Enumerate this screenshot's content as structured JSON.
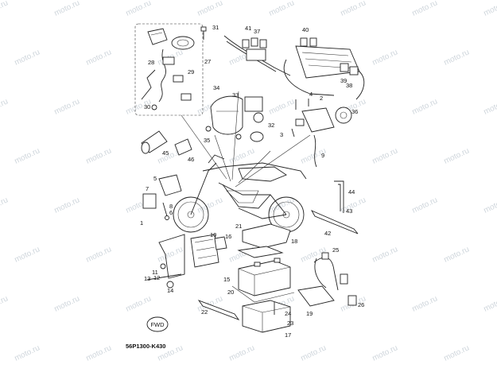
{
  "watermark": "moto.ru",
  "diagram_code": "56P1300-K430",
  "fwd_label": "FWD",
  "callouts": [
    "1",
    "2",
    "3",
    "4",
    "5",
    "6",
    "7",
    "8",
    "9",
    "10",
    "11",
    "12",
    "13",
    "14",
    "15",
    "16",
    "17",
    "18",
    "19",
    "20",
    "21",
    "22",
    "23",
    "24",
    "25",
    "26",
    "27",
    "28",
    "29",
    "30",
    "31",
    "32",
    "33",
    "34",
    "35",
    "36",
    "37",
    "38",
    "39",
    "40",
    "41",
    "42",
    "43",
    "44",
    "45",
    "46"
  ]
}
